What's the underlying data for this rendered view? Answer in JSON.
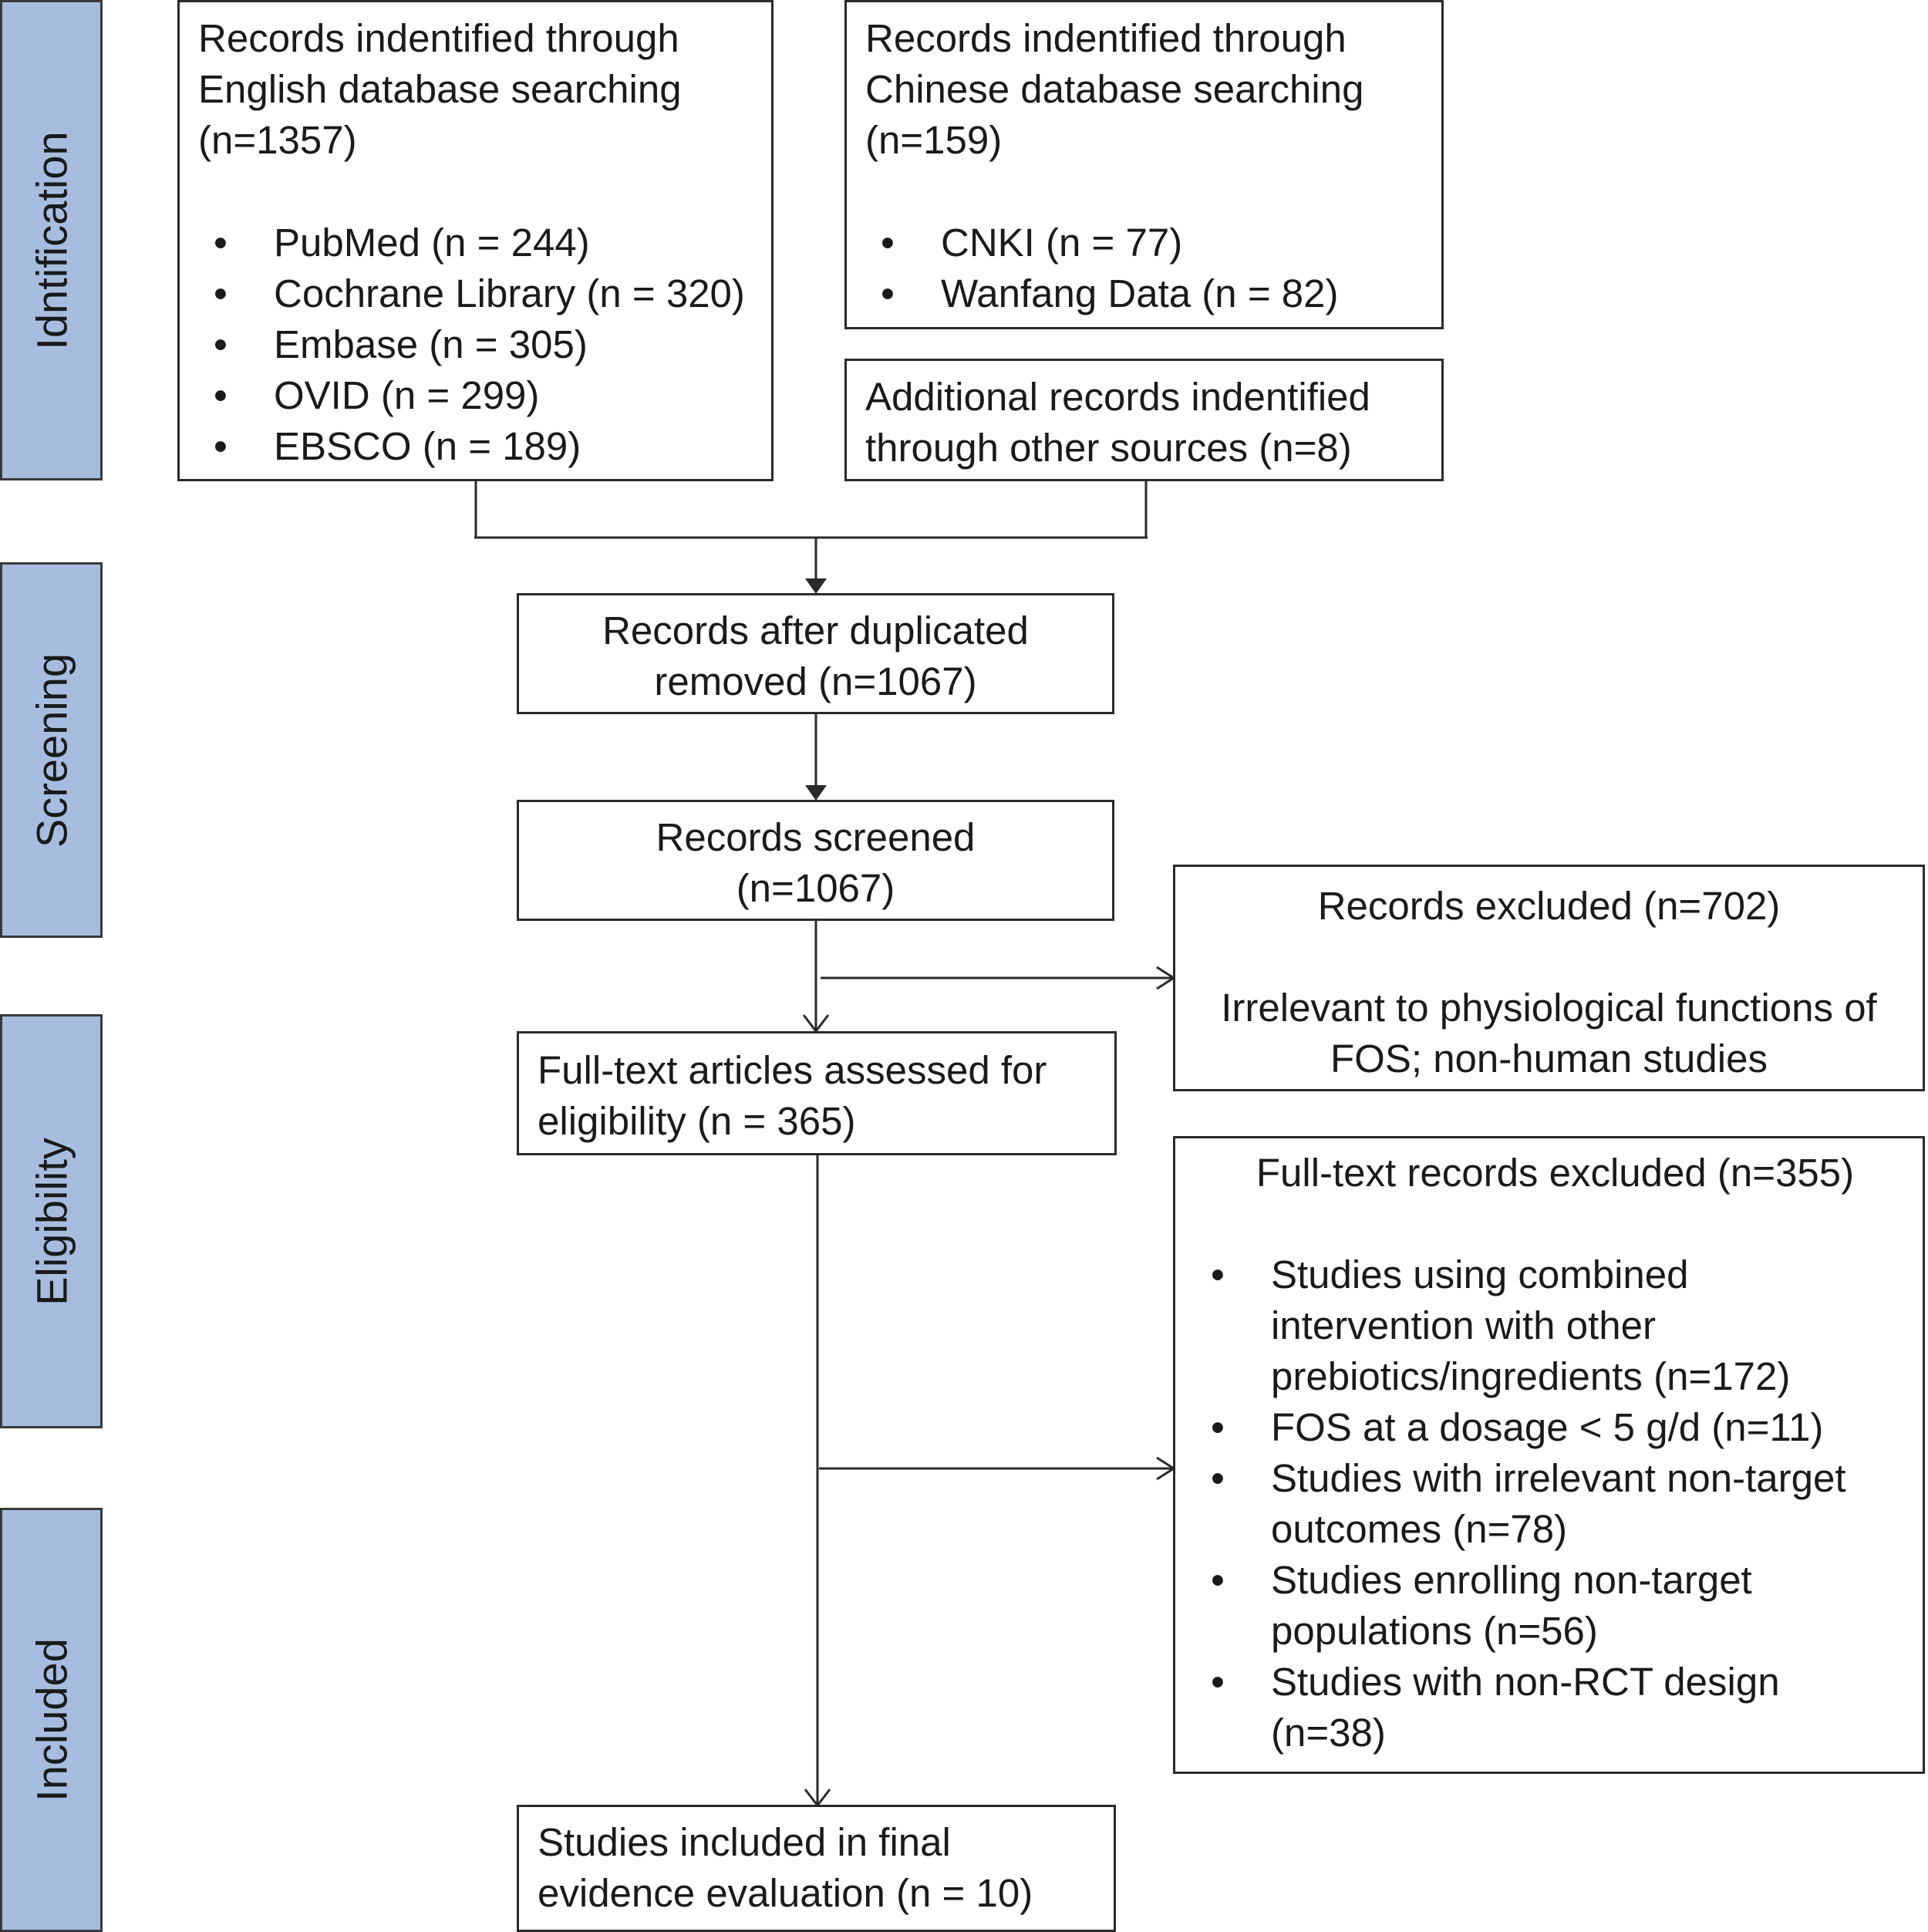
{
  "phases": {
    "identification": "Idntification",
    "screening": "Screening",
    "eligibility": "Eligibility",
    "included": "Included"
  },
  "boxes": {
    "english": {
      "title": "Records indentified through English database searching (n=1357)",
      "items": [
        "PubMed (n = 244)",
        "Cochrane Library (n = 320)",
        "Embase (n = 305)",
        "OVID (n = 299)",
        "EBSCO (n = 189)"
      ]
    },
    "chinese": {
      "title": "Records indentified through Chinese database searching (n=159)",
      "items": [
        "CNKI (n = 77)",
        "Wanfang Data (n = 82)"
      ]
    },
    "additional": {
      "text": "Additional records indentified through other sources (n=8)"
    },
    "duplicates": {
      "text": "Records after duplicated removed (n=1067)"
    },
    "screened": {
      "text": "Records screened (n=1067)"
    },
    "excluded": {
      "title": "Records excluded (n=702)",
      "text": "Irrelevant to physiological functions of FOS; non-human studies"
    },
    "fulltext": {
      "text": "Full-text articles assessed for eligibility (n = 365)"
    },
    "fulltext_excluded": {
      "title": "Full-text records excluded (n=355)",
      "items": [
        "Studies using combined intervention with other prebiotics/ingredients (n=172)",
        "FOS at a dosage < 5 g/d (n=11)",
        "Studies with irrelevant non-target outcomes (n=78)",
        "Studies enrolling non-target populations (n=56)",
        "Studies with non-RCT design (n=38)"
      ]
    },
    "included": {
      "text": "Studies included in final evidence evaluation (n = 10)"
    }
  }
}
